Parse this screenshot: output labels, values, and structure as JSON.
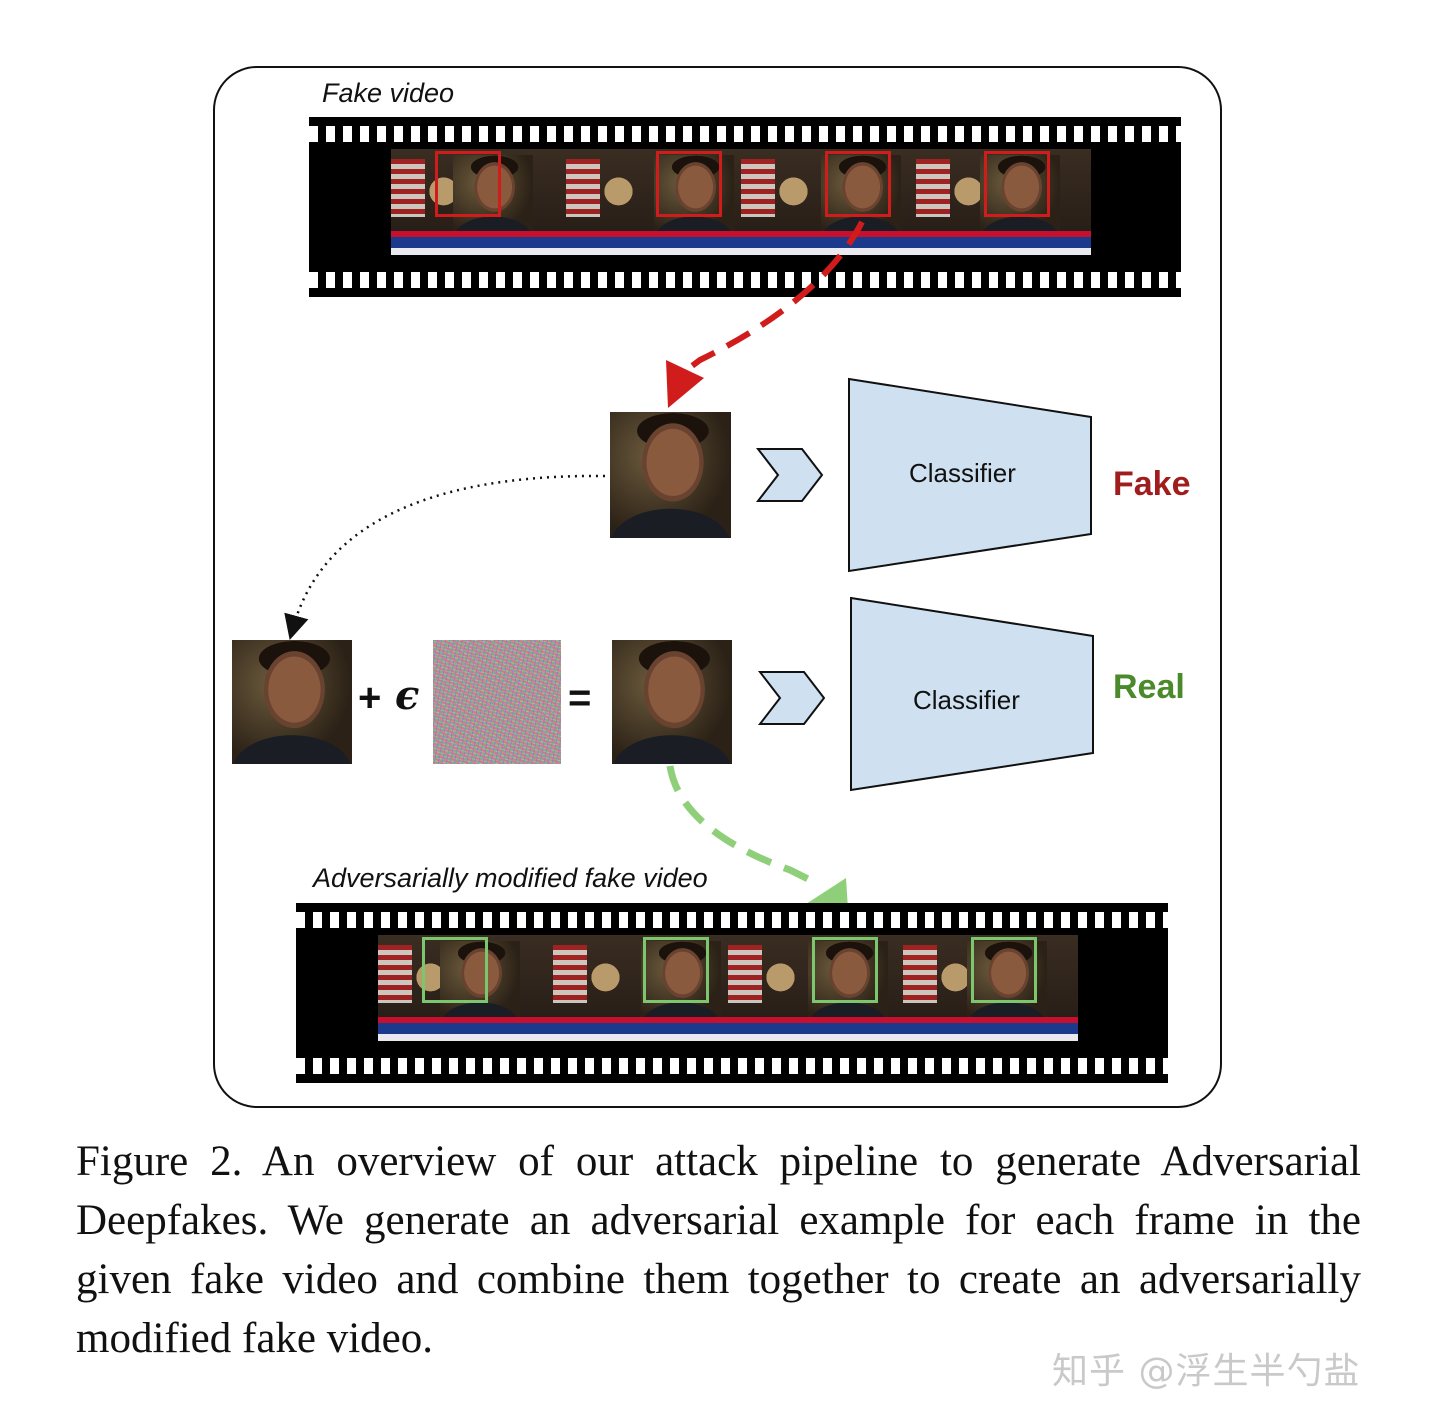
{
  "figure": {
    "top_strip_label": "Fake video",
    "bottom_strip_label": "Adversarially modified fake video",
    "classifier_label": "Classifier",
    "fake_label": "Fake",
    "real_label": "Real",
    "plus_symbol": "+",
    "epsilon_symbol": "ϵ",
    "equals_symbol": "=",
    "colors": {
      "fake": "#a11d1d",
      "real": "#4a8a2a",
      "classifier_fill": "#cfe0f1",
      "red_arrow": "#d11c1c",
      "green_arrow": "#8fcf7a"
    }
  },
  "caption": "Figure 2. An overview of our attack pipeline to generate Adversarial Deepfakes. We generate an adversarial example for each frame in the given fake video and combine them together to create an adversarially modified fake video.",
  "watermark": "知乎 @浮生半勺盐"
}
